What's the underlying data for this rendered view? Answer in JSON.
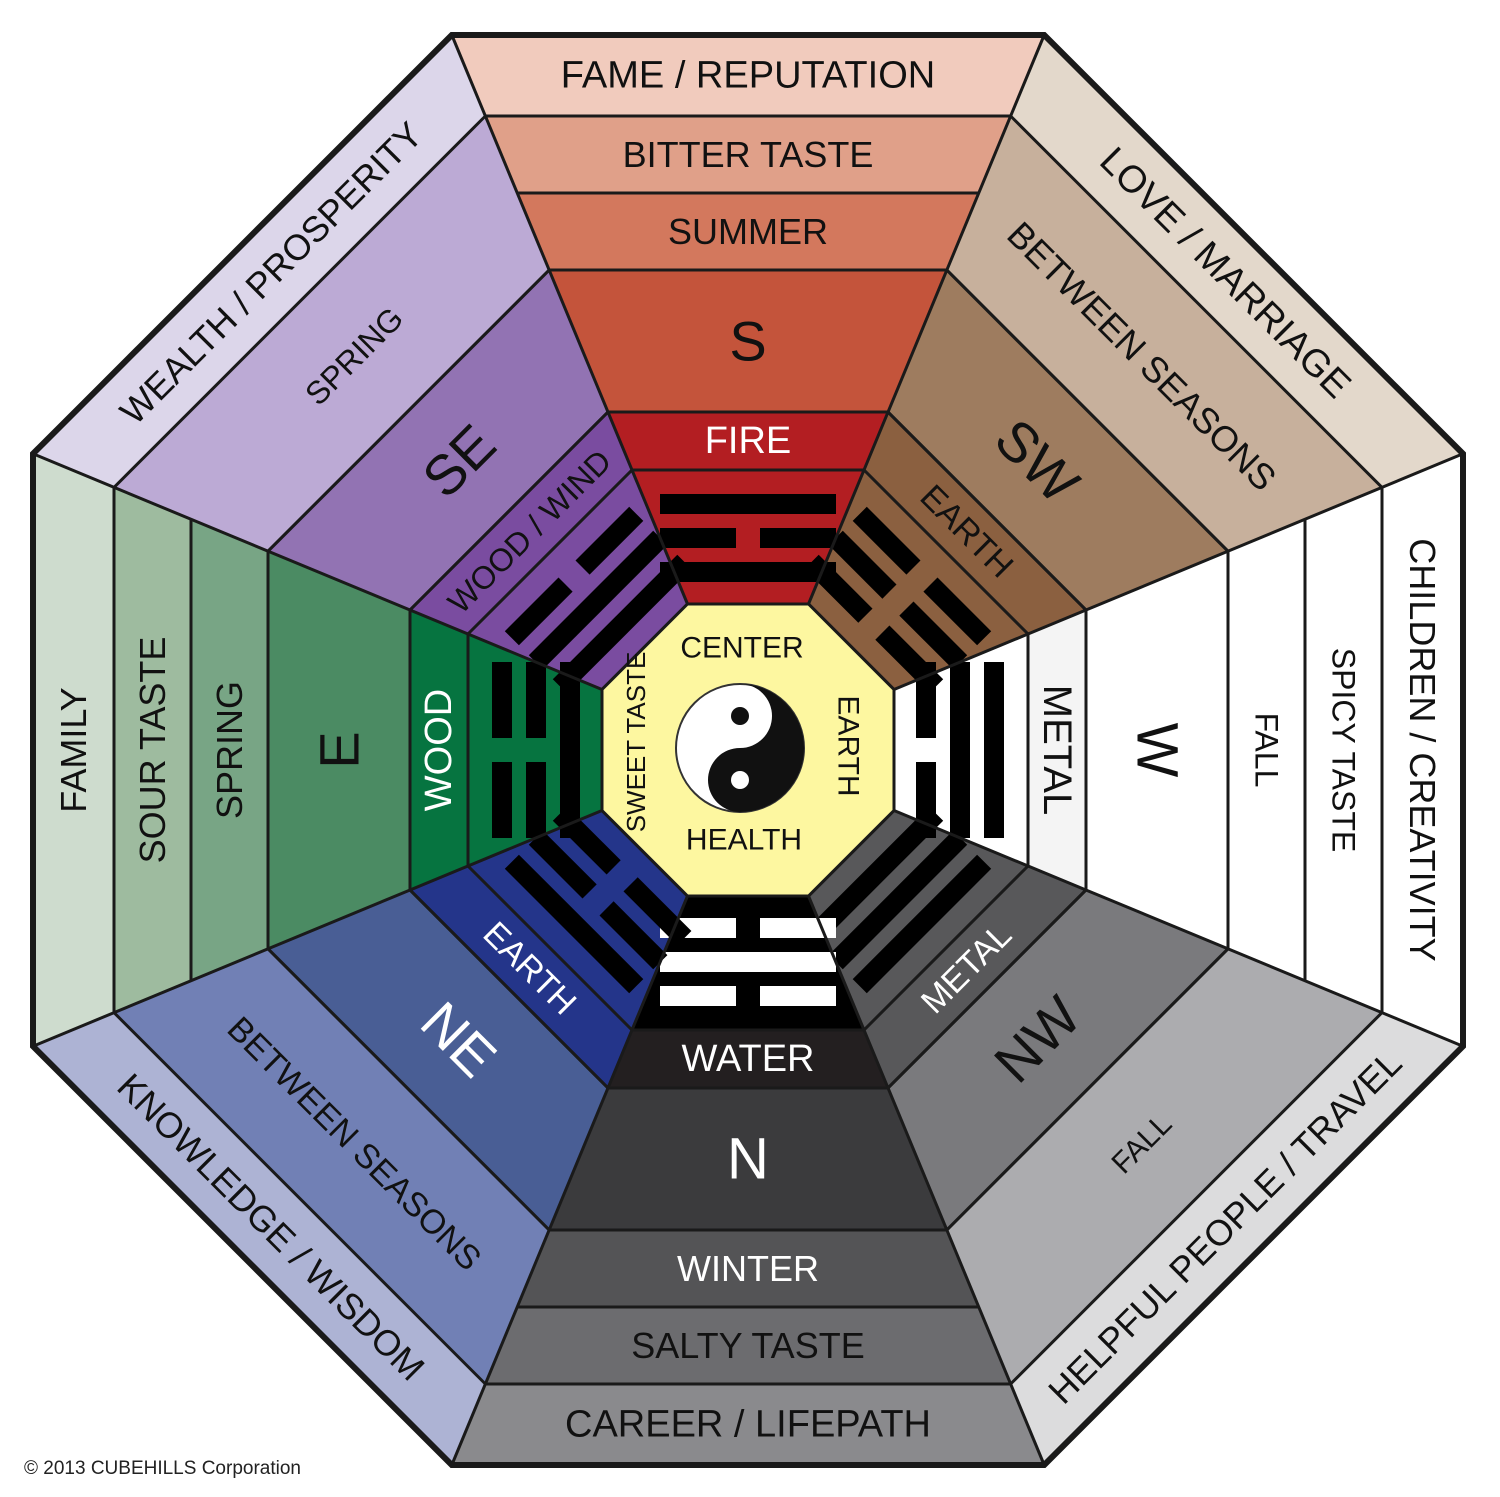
{
  "center": {
    "labels": [
      "CENTER",
      "EARTH",
      "HEALTH",
      "SWEET TASTE"
    ],
    "fill": "#fdf7a0",
    "icon": "yin-yang-icon"
  },
  "sectors": [
    {
      "id": "south",
      "labels": [
        "FIRE",
        "S",
        "SUMMER",
        "BITTER TASTE",
        "FAME / REPUTATION"
      ],
      "colors": [
        "#b31e22",
        "#c4543b",
        "#d3785d",
        "#e0a089",
        "#f1cbbd"
      ],
      "trigram": [
        1,
        0,
        1
      ],
      "trigram_fill": "#b31e22",
      "trigram_bar": "#000000"
    },
    {
      "id": "southwest",
      "labels": [
        "EARTH",
        "SW",
        "BETWEEN SEASONS",
        "LOVE / MARRIAGE"
      ],
      "colors": [
        "#8b6040",
        "#9e7c5f",
        "#c7b09c",
        "#e3d8cb"
      ],
      "trigram": [
        0,
        0,
        0
      ],
      "trigram_fill": "#8b6040",
      "trigram_bar": "#000000"
    },
    {
      "id": "west",
      "labels": [
        "METAL",
        "W",
        "FALL",
        "SPICY TASTE",
        "CHILDREN / CREATIVITY"
      ],
      "colors": [
        "#f4f4f4",
        "#ffffff",
        "#ffffff",
        "#ffffff",
        "#ffffff"
      ],
      "trigram": [
        0,
        1,
        1
      ],
      "trigram_fill": "#ffffff",
      "trigram_bar": "#000000"
    },
    {
      "id": "northwest",
      "labels": [
        "METAL",
        "NW",
        "FALL",
        "HELPFUL PEOPLE / TRAVEL"
      ],
      "colors": [
        "#58585a",
        "#7a7a7d",
        "#acacaf",
        "#dcdcdd"
      ],
      "trigram": [
        1,
        1,
        1
      ],
      "trigram_fill": "#58585a",
      "trigram_bar": "#000000"
    },
    {
      "id": "north",
      "labels": [
        "WATER",
        "N",
        "WINTER",
        "SALTY TASTE",
        "CAREER / LIFEPATH"
      ],
      "colors": [
        "#231f20",
        "#3b3b3d",
        "#545456",
        "#6c6c6f",
        "#8a8a8d"
      ],
      "trigram": [
        0,
        1,
        0
      ],
      "trigram_fill": "#000000",
      "trigram_bar": "#ffffff"
    },
    {
      "id": "northeast",
      "labels": [
        "EARTH",
        "NE",
        "BETWEEN SEASONS",
        "KNOWLEDGE / WISDOM"
      ],
      "colors": [
        "#24358a",
        "#495e95",
        "#7180b5",
        "#adb3d4"
      ],
      "trigram": [
        0,
        0,
        1
      ],
      "trigram_fill": "#24358a",
      "trigram_bar": "#000000"
    },
    {
      "id": "east",
      "labels": [
        "WOOD",
        "E",
        "SPRING",
        "SOUR TASTE",
        "FAMILY"
      ],
      "colors": [
        "#067440",
        "#4b8b63",
        "#78a585",
        "#9ebb9f",
        "#cedcce"
      ],
      "trigram": [
        1,
        0,
        0
      ],
      "trigram_fill": "#067440",
      "trigram_bar": "#000000"
    },
    {
      "id": "southeast",
      "labels": [
        "WOOD / WIND",
        "SE",
        "SPRING",
        "WEALTH / PROSPERITY"
      ],
      "colors": [
        "#7a4ca0",
        "#9273b3",
        "#bcaad5",
        "#dcd6ea"
      ],
      "trigram": [
        1,
        1,
        0
      ],
      "trigram_fill": "#7a4ca0",
      "trigram_bar": "#000000"
    }
  ],
  "copyright": "© 2013 CUBEHILLS Corporation"
}
